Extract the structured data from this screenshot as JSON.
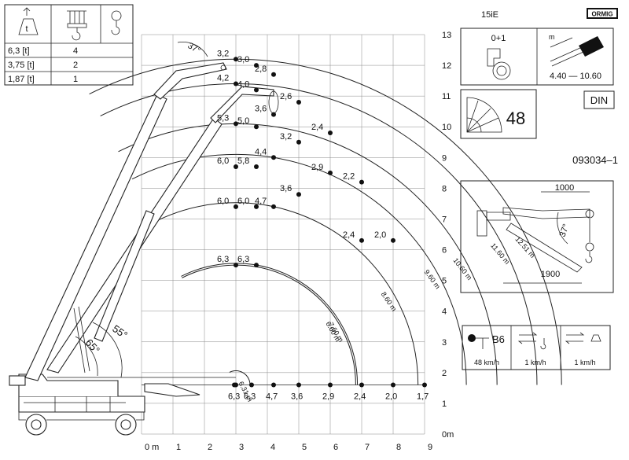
{
  "model": "15iE",
  "brand": "ORMIG",
  "standard": "DIN",
  "drawing_number": "093034–1",
  "load_table": {
    "rows": [
      {
        "load": "6,3 [t]",
        "falls": "4"
      },
      {
        "load": "3,75 [t]",
        "falls": "2"
      },
      {
        "load": "1,87 [t]",
        "falls": "1"
      }
    ]
  },
  "counterweight": {
    "label": "0+1"
  },
  "boom": {
    "unit": "m",
    "range": "4.40 — 10.60"
  },
  "slewing": {
    "value": "48"
  },
  "speeds": [
    {
      "code": "B6",
      "value": "48 km/h"
    },
    {
      "value": "1 km/h"
    },
    {
      "value": "1 km/h"
    }
  ],
  "jib_detail": {
    "length": "1000",
    "offset": "1900",
    "angle": "37°"
  },
  "angles": {
    "jib": "37°",
    "a1": "55°",
    "a2": "65°"
  },
  "chart_data": {
    "type": "scatter",
    "title": "",
    "xlabel": "",
    "ylabel": "",
    "xlim": [
      0,
      9
    ],
    "ylim": [
      0,
      13
    ],
    "x_ticks": [
      "0 m",
      "1",
      "2",
      "3",
      "4",
      "5",
      "6",
      "7",
      "8",
      "9"
    ],
    "y_ticks": [
      "0m",
      "1",
      "2",
      "3",
      "4",
      "5",
      "6",
      "7",
      "8",
      "9",
      "10",
      "11",
      "12",
      "13"
    ],
    "ground_capacities": [
      {
        "x": 3.0,
        "label": "6,3"
      },
      {
        "x": 3.5,
        "label": "6,3"
      },
      {
        "x": 4.2,
        "label": "4,7"
      },
      {
        "x": 5.0,
        "label": "3,6"
      },
      {
        "x": 6.0,
        "label": "2,9"
      },
      {
        "x": 7.0,
        "label": "2,4"
      },
      {
        "x": 8.0,
        "label": "2,0"
      },
      {
        "x": 9.0,
        "label": "1,7"
      }
    ],
    "series": [
      {
        "name": "6.31 m",
        "points": [
          {
            "x": 2.95,
            "y": 1.6,
            "label": ""
          }
        ]
      },
      {
        "name": "6.60 m",
        "points": [
          {
            "x": 3.0,
            "y": 5.5,
            "label": "6,3"
          }
        ]
      },
      {
        "name": "7.60 m",
        "points": [
          {
            "x": 3.65,
            "y": 5.5,
            "label": "6,3"
          }
        ]
      },
      {
        "name": "8.60 m",
        "points": [
          {
            "x": 3.0,
            "y": 7.4,
            "label": "6,0"
          },
          {
            "x": 3.65,
            "y": 7.4,
            "label": "6,0"
          },
          {
            "x": 4.2,
            "y": 7.4,
            "label": "4,7"
          }
        ]
      },
      {
        "name": "9.60 m",
        "points": [
          {
            "x": 3.0,
            "y": 8.7,
            "label": "6,0"
          },
          {
            "x": 3.65,
            "y": 8.7,
            "label": "5,8"
          },
          {
            "x": 4.2,
            "y": 9.0,
            "label": "4,4"
          },
          {
            "x": 5.0,
            "y": 7.8,
            "label": "3,6"
          }
        ]
      },
      {
        "name": "10.60 m",
        "points": [
          {
            "x": 3.0,
            "y": 10.1,
            "label": "5,3"
          },
          {
            "x": 3.65,
            "y": 10.0,
            "label": "5,0"
          },
          {
            "x": 5.0,
            "y": 9.5,
            "label": "3,2"
          },
          {
            "x": 6.0,
            "y": 8.5,
            "label": "2,9"
          },
          {
            "x": 7.0,
            "y": 6.3,
            "label": "2,4"
          }
        ]
      },
      {
        "name": "11.60 m",
        "points": [
          {
            "x": 3.0,
            "y": 11.4,
            "label": "4,2"
          },
          {
            "x": 3.65,
            "y": 11.2,
            "label": "4,0"
          },
          {
            "x": 4.2,
            "y": 10.4,
            "label": "3,6"
          },
          {
            "x": 5.0,
            "y": 10.8,
            "label": "2,6"
          },
          {
            "x": 6.0,
            "y": 9.8,
            "label": "2,4"
          },
          {
            "x": 7.0,
            "y": 8.2,
            "label": "2,2"
          },
          {
            "x": 8.0,
            "y": 6.3,
            "label": "2,0"
          }
        ]
      },
      {
        "name": "12.51 m",
        "points": [
          {
            "x": 3.0,
            "y": 12.2,
            "label": "3,2"
          },
          {
            "x": 3.65,
            "y": 12.0,
            "label": "3,0"
          },
          {
            "x": 4.2,
            "y": 11.7,
            "label": "2,8"
          }
        ]
      }
    ]
  }
}
